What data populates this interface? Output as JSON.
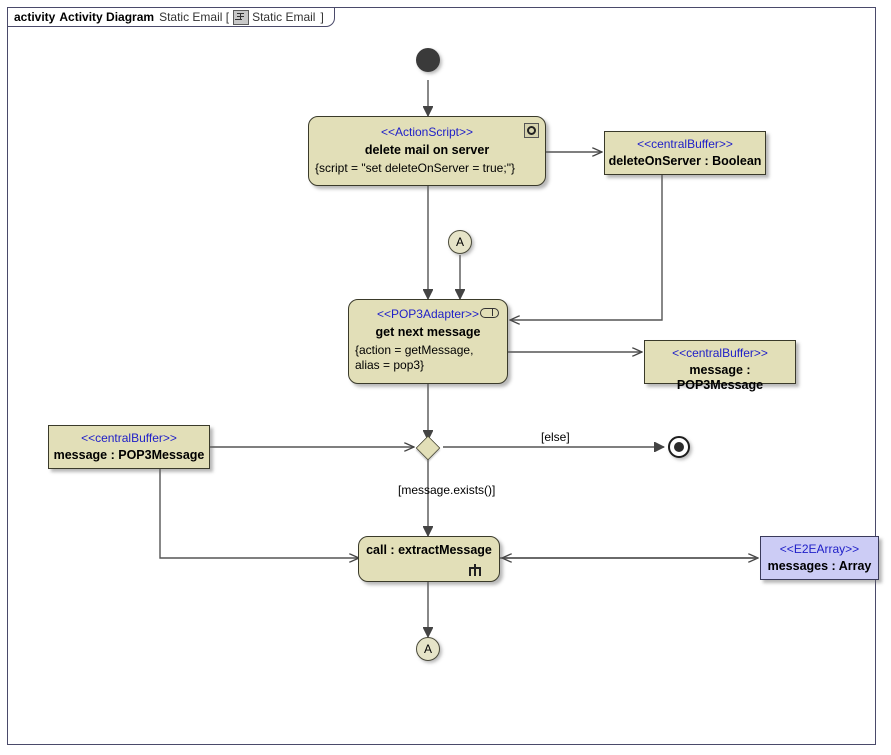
{
  "frame": {
    "keyword": "activity",
    "name": "Activity Diagram",
    "qualifier": "Static Email [",
    "icon": "diagram-icon",
    "inner_name": "Static Email",
    "close": "]"
  },
  "colors": {
    "node_fill": "#e2dfb8",
    "array_fill": "#ccccf5",
    "stereotype_text": "#2020c8",
    "border": "#3a3a2a",
    "frame_border": "#4a4a6a",
    "edge": "#555555"
  },
  "nodes": {
    "initial": {
      "name": "initial-node"
    },
    "delete_mail": {
      "stereotype": "<<ActionScript>>",
      "name": "delete mail on server",
      "attrs": "{script = \"set deleteOnServer = true;\"}",
      "icon": "script-gear-icon"
    },
    "buffer_delete_on_server": {
      "stereotype": "<<centralBuffer>>",
      "name": "deleteOnServer : Boolean"
    },
    "connector_top": {
      "label": "A"
    },
    "get_next_message": {
      "stereotype": "<<POP3Adapter>>",
      "name": "get next message",
      "attrs_line1": "{action = getMessage,",
      "attrs_line2": "alias = pop3}",
      "icon": "adapter-pin-icon"
    },
    "buffer_message_right": {
      "stereotype": "<<centralBuffer>>",
      "name": "message : POP3Message"
    },
    "buffer_message_left": {
      "stereotype": "<<centralBuffer>>",
      "name": "message : POP3Message"
    },
    "decision": {
      "name": "decision-node"
    },
    "activity_final": {
      "name": "activity-final-node"
    },
    "call_extract": {
      "name": "call : extractMessage",
      "icon": "call-behavior-rake-icon"
    },
    "buffer_messages_array": {
      "stereotype": "<<E2EArray>>",
      "name": "messages : Array"
    },
    "connector_bottom": {
      "label": "A"
    }
  },
  "guards": {
    "else": "[else]",
    "message_exists": "[message.exists()]"
  }
}
